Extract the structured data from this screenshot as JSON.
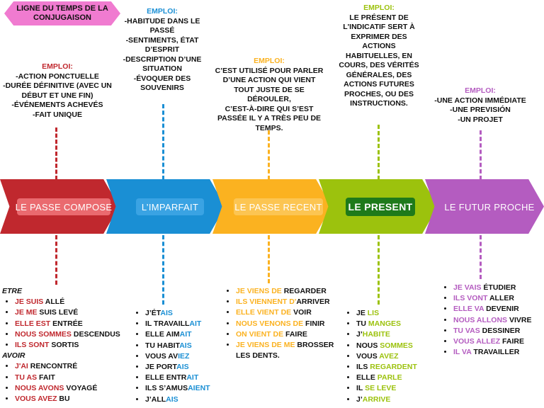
{
  "title": {
    "line1": "LIGNE DU TEMPS DE LA",
    "line2": "CONJUGAISON"
  },
  "colors": {
    "passe_compose": "#c0282e",
    "imparfait": "#1a8fd4",
    "passe_recent": "#fbb220",
    "present": "#9cc20d",
    "present_label_bg": "#1e7a1a",
    "futur_proche": "#b45cc0",
    "pink": "#f07bd0"
  },
  "tenses": [
    {
      "id": "passe_compose",
      "label": "LE PASSE COMPOSE",
      "emploi_title": "EMPLOI:",
      "emploi_lines": [
        "-ACTION PONCTUELLE",
        "-DURÉE DÉFINITIVE (AVEC UN",
        "DÉBUT ET UNE FIN)",
        "-ÉVÉNEMENTS ACHEVÉS",
        "-FAIT UNIQUE"
      ],
      "groups": [
        {
          "label": "ETRE",
          "items": [
            {
              "a": "JE SUIS",
              "b": " ALLÉ"
            },
            {
              "a": "JE ME",
              "b": " SUIS LEVÉ"
            },
            {
              "a": "ELLE EST",
              "b": " ENTRÉE"
            },
            {
              "a": "NOUS SOMMES",
              "b": " DESCENDUS"
            },
            {
              "a": "ILS SONT",
              "b": " SORTIS"
            }
          ]
        },
        {
          "label": "AVOIR",
          "items": [
            {
              "a": "J'AI",
              "b": " RENCONTRÉ"
            },
            {
              "a": "TU AS",
              "b": " FAIT"
            },
            {
              "a": "NOUS AVONS",
              "b": " VOYAGÉ"
            },
            {
              "a": "VOUS AVEZ",
              "b": " BU"
            }
          ]
        }
      ]
    },
    {
      "id": "imparfait",
      "label": "L’IMPARFAIT",
      "emploi_title": "EMPLOI:",
      "emploi_lines": [
        "-HABITUDE DANS LE",
        "PASSÉ",
        "-SENTIMENTS, ÉTAT",
        "D’ESPRIT",
        "-DESCRIPTION D’UNE",
        "SITUATION",
        "-ÉVOQUER DES",
        "SOUVENIRS"
      ],
      "items": [
        {
          "a": "J’ÉT",
          "b": "AIS"
        },
        {
          "a": "IL TRAVAILL",
          "b": "AIT"
        },
        {
          "a": "ELLE AIM",
          "b": "AIT"
        },
        {
          "a": "TU HABIT",
          "b": "AIS"
        },
        {
          "a": "VOUS AV",
          "b": "IEZ"
        },
        {
          "a": "JE PORT",
          "b": "AIS"
        },
        {
          "a": "ELLE ENTR",
          "b": "AIT"
        },
        {
          "a": "ILS S’AMUS",
          "b": "AIENT"
        },
        {
          "a": "J’ALL",
          "b": "AIS"
        }
      ]
    },
    {
      "id": "passe_recent",
      "label": "LE PASSE RECENT",
      "emploi_title": "EMPLOI:",
      "emploi_lines": [
        "C’EST UTILISÉ POUR PARLER",
        "D’UNE ACTION QUI VIENT",
        "TOUT JUSTE DE SE DÉROULER,",
        "C’EST-À-DIRE QUI S’EST",
        "PASSÉE IL Y A TRÈS PEU DE",
        "TEMPS."
      ],
      "items": [
        {
          "a": "JE VIENS DE",
          "b": " REGARDER"
        },
        {
          "a": "ILS VIENNENT D'",
          "b": "ARRIVER"
        },
        {
          "a": "ELLE VIENT DE",
          "b": " VOIR"
        },
        {
          "a": "NOUS VENONS DE",
          "b": " FINIR"
        },
        {
          "a": "ON VIENT DE",
          "b": " FAIRE"
        },
        {
          "a": "JE VIENS DE ME",
          "b": " BROSSER"
        },
        {
          "a": "",
          "b": "LES DENTS."
        }
      ]
    },
    {
      "id": "present",
      "label": "LE PRESENT",
      "emploi_title": "EMPLOI:",
      "emploi_lines": [
        "LE PRÉSENT DE",
        "L'INDICATIF SERT À",
        "EXPRIMER DES",
        "ACTIONS",
        "HABITUELLES, EN",
        "COURS, DES VÉRITÉS",
        "GÉNÉRALES, DES",
        "ACTIONS FUTURES",
        "PROCHES, OU DES",
        "INSTRUCTIONS."
      ],
      "items": [
        {
          "a": "JE ",
          "b": "LIS"
        },
        {
          "a": "TU ",
          "b": "MANGES"
        },
        {
          "a": "J’",
          "b": "HABITE"
        },
        {
          "a": "NOUS ",
          "b": "SOMMES"
        },
        {
          "a": "VOUS ",
          "b": "AVEZ"
        },
        {
          "a": "ILS ",
          "b": "REGARDENT"
        },
        {
          "a": "ELLE ",
          "b": "PARLE"
        },
        {
          "a": "IL ",
          "b": "SE LEVE"
        },
        {
          "a": "J’",
          "b": "ARRIVE"
        }
      ]
    },
    {
      "id": "futur_proche",
      "label": "LE FUTUR PROCHE",
      "emploi_title": "EMPLOI:",
      "emploi_lines": [
        "-UNE ACTION IMMÉDIATE",
        "-UNE PREVISIÓN",
        "-UN PROJET"
      ],
      "items": [
        {
          "a": "JE VAIS",
          "b": " ÉTUDIER"
        },
        {
          "a": "ILS VONT",
          "b": " ALLER"
        },
        {
          "a": "ELLE VA",
          "b": " DEVENIR"
        },
        {
          "a": "NOUS ALLONS",
          "b": " VIVRE"
        },
        {
          "a": "TU VAS",
          "b": " DESSINER"
        },
        {
          "a": "VOUS ALLEZ",
          "b": " FAIRE"
        },
        {
          "a": "IL VA",
          "b": " TRAVAILLER"
        }
      ]
    }
  ]
}
